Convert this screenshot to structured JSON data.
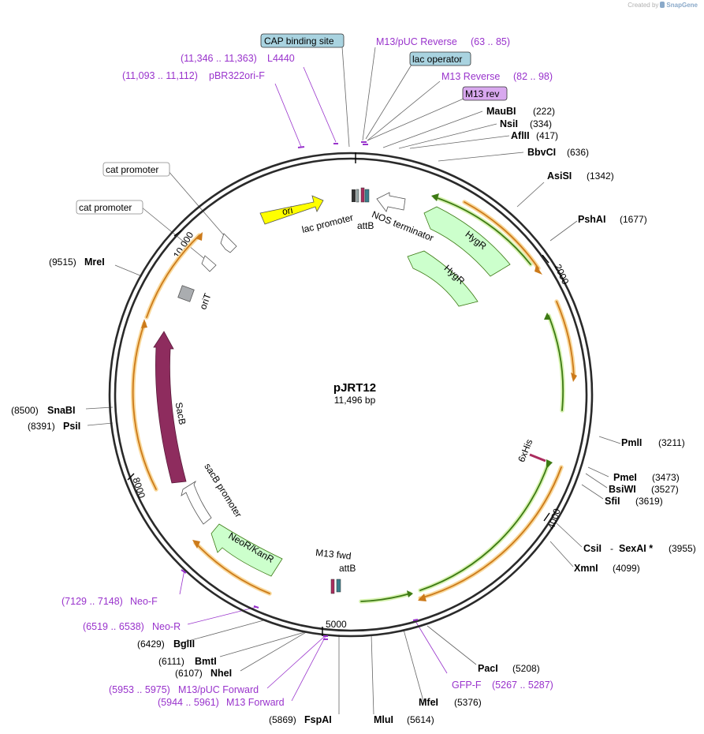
{
  "watermark": {
    "prefix": "Created by",
    "brand": "SnapGene"
  },
  "plasmid": {
    "name": "pJRT12",
    "length_label": "11,496 bp"
  },
  "ticks": [
    "2000",
    "4000",
    "5000",
    "8000",
    "10,000"
  ],
  "sites_right": [
    {
      "name": "MauBI",
      "pos": "(222)"
    },
    {
      "name": "NsiI",
      "pos": "(334)"
    },
    {
      "name": "AflII",
      "pos": "(417)"
    },
    {
      "name": "BbvCI",
      "pos": "(636)"
    },
    {
      "name": "AsiSI",
      "pos": "(1342)"
    },
    {
      "name": "PshAI",
      "pos": "(1677)"
    },
    {
      "name": "PmlI",
      "pos": "(3211)"
    },
    {
      "name": "PmeI",
      "pos": "(3473)"
    },
    {
      "name": "BsiWI",
      "pos": "(3527)"
    },
    {
      "name": "SfiI",
      "pos": "(3619)"
    },
    {
      "name": "CsiI",
      "pos": "",
      "dash": "-"
    },
    {
      "name": "SexAI *",
      "pos": "(3955)"
    },
    {
      "name": "XmnI",
      "pos": "(4099)"
    },
    {
      "name": "PacI",
      "pos": "(5208)"
    },
    {
      "name": "MfeI",
      "pos": "(5376)"
    },
    {
      "name": "MluI",
      "pos": "(5614)"
    }
  ],
  "sites_left": [
    {
      "name": "MreI",
      "pos": "(9515)"
    },
    {
      "name": "SnaBI",
      "pos": "(8500)"
    },
    {
      "name": "PsiI",
      "pos": "(8391)"
    },
    {
      "name": "BglII",
      "pos": "(6429)"
    },
    {
      "name": "BmtI",
      "pos": "(6111)"
    },
    {
      "name": "NheI",
      "pos": "(6107)"
    },
    {
      "name": "FspAI",
      "pos": "(5869)"
    }
  ],
  "primers": [
    {
      "name": "M13/pUC Reverse",
      "pos": "(63 .. 85)"
    },
    {
      "name": "M13 Reverse",
      "pos": "(82 .. 98)"
    },
    {
      "name": "L4440",
      "pos": "(11,346 .. 11,363)"
    },
    {
      "name": "pBR322ori-F",
      "pos": "(11,093 .. 11,112)"
    },
    {
      "name": "Neo-F",
      "pos": "(7129 .. 7148)"
    },
    {
      "name": "Neo-R",
      "pos": "(6519 .. 6538)"
    },
    {
      "name": "M13/pUC Forward",
      "pos": "(5953 .. 5975)"
    },
    {
      "name": "M13 Forward",
      "pos": "(5944 .. 5961)"
    },
    {
      "name": "GFP-F",
      "pos": "(5267 .. 5287)"
    }
  ],
  "boxed_labels": [
    {
      "name": "CAP binding site",
      "color": "#a9d3e0"
    },
    {
      "name": "lac operator",
      "color": "#a9d3e0"
    },
    {
      "name": "M13 rev",
      "color": "#d8a8ee"
    },
    {
      "name": "cat promoter",
      "color": "#ffffff"
    },
    {
      "name": "cat promoter",
      "color": "#ffffff"
    }
  ],
  "features": {
    "ori": "ori",
    "lac_promoter": "lac promoter",
    "attB_top": "attB",
    "nos_terminator": "NOS terminator",
    "hygr1": "HygR",
    "hygr2": "HygR",
    "orit": "oriT",
    "sacb": "SacB",
    "sacb_promoter": "sacB promoter",
    "neor": "NeoR/KanR",
    "m13fwd": "M13 fwd",
    "attB_bottom": "attB",
    "his": "6xHis"
  },
  "colors": {
    "ori": "#ffff00",
    "hygr": "#ccffcc",
    "sacb": "#8e2c5e",
    "orf_green": "#4d8f1c",
    "orf_orange": "#e89a34",
    "primer": "#9933cc",
    "backbone": "#2a2a2a"
  }
}
